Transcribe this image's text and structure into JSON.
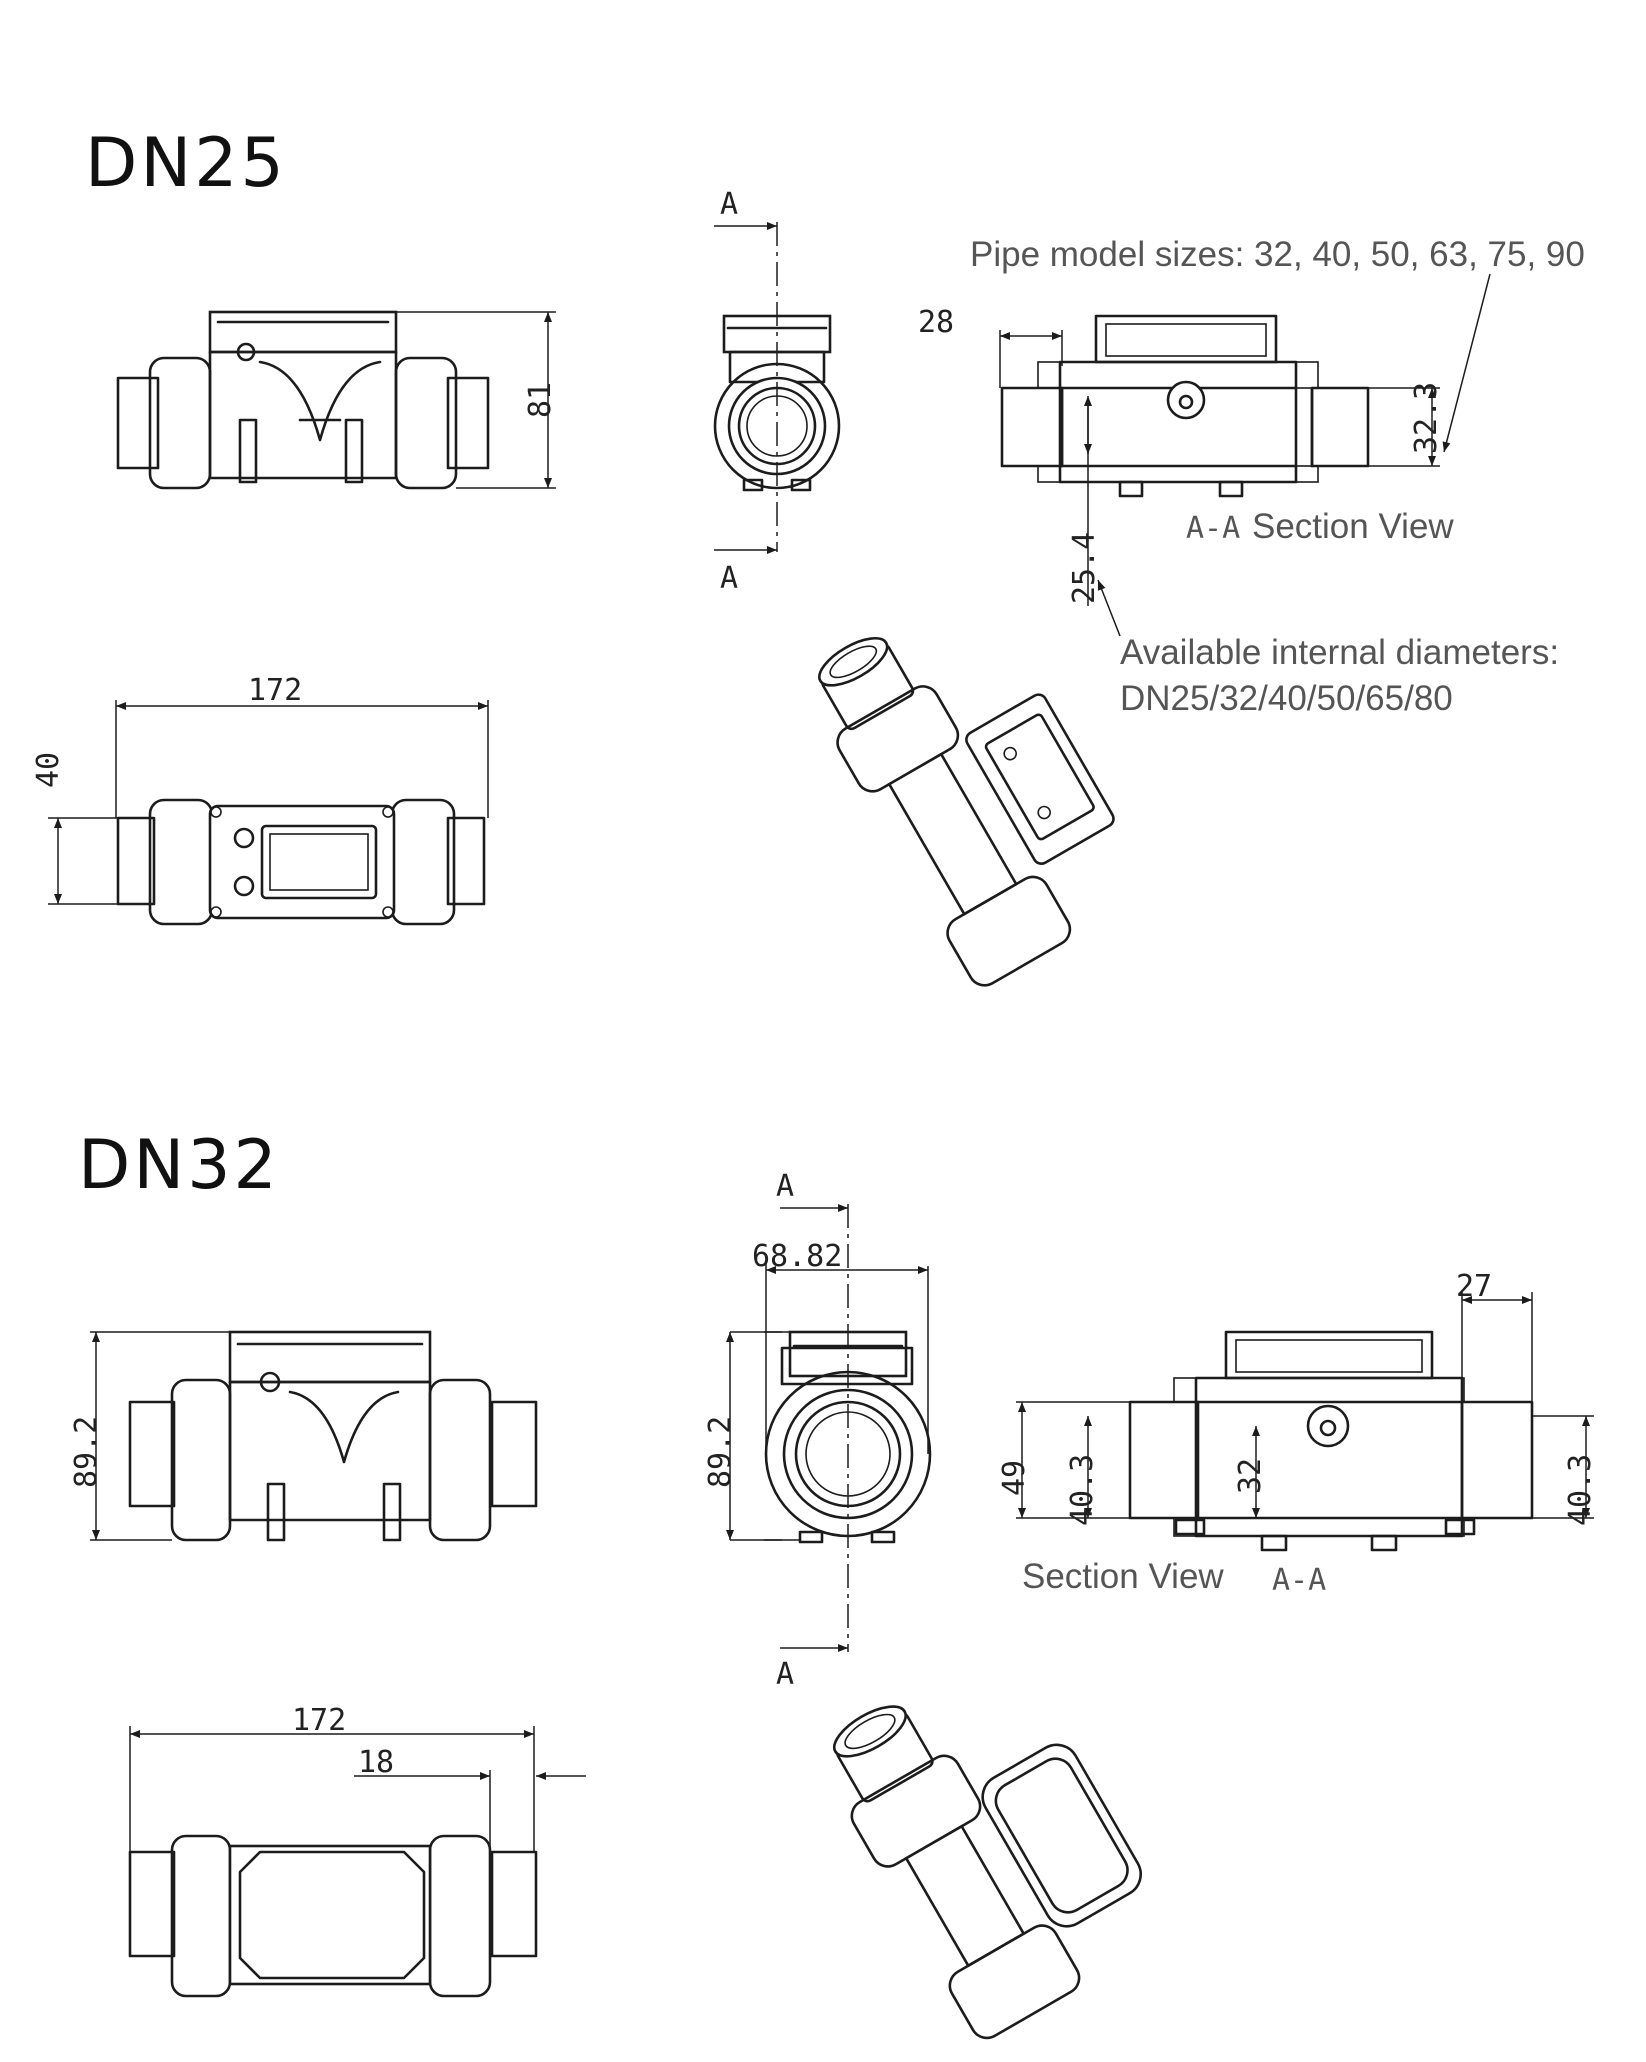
{
  "sections": [
    {
      "title": "DN25",
      "section_marker": "A",
      "section_label_marker": "A-A",
      "section_label": "Section View",
      "dims": {
        "height": "81",
        "length": "172",
        "width": "40",
        "union_length": "28",
        "outer_diameter": "32.3",
        "inner_diameter": "25.4"
      },
      "notes": {
        "pipe_sizes": "Pipe model sizes: 32, 40, 50, 63, 75, 90",
        "internal_diameters_line1": "Available internal diameters:",
        "internal_diameters_line2": "DN25/32/40/50/65/80"
      }
    },
    {
      "title": "DN32",
      "section_marker": "A",
      "section_label_marker": "A-A",
      "section_label": "Section View",
      "dims": {
        "height_front": "89.2",
        "height_side": "89.2",
        "side_width": "68.82",
        "union_length": "27",
        "outer_49": "49",
        "left_40_3": "40.3",
        "inner_32": "32",
        "right_40_3": "40.3",
        "length": "172",
        "offset_18": "18"
      }
    }
  ]
}
